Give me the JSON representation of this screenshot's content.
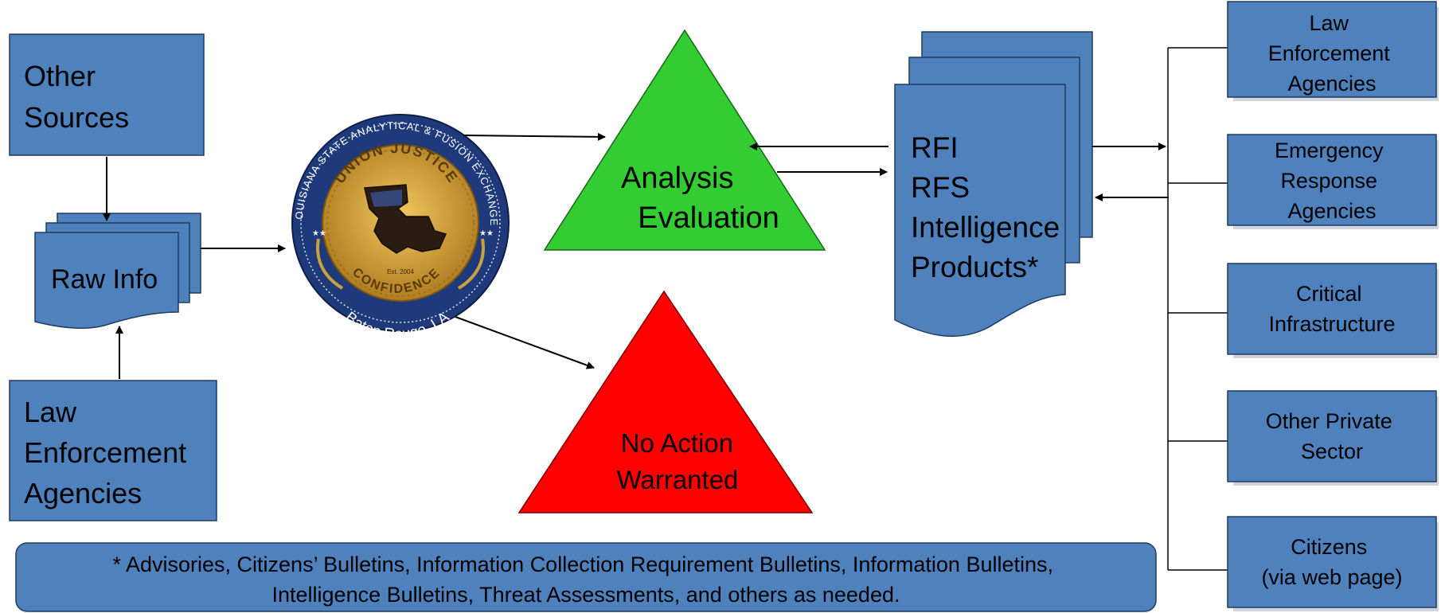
{
  "sources": {
    "other_sources": [
      "Other",
      "Sources"
    ],
    "raw_info": "Raw Info",
    "law_enforcement": [
      "Law",
      "Enforcement",
      "Agencies"
    ]
  },
  "seal": {
    "top_text": "LOUISIANA STATE ANALYTICAL & FUSION EXCHANGE",
    "center_top": "UNION JUSTICE",
    "center_bottom": "CONFIDENCE",
    "est": "Est. 2004",
    "bottom_text": "Baton Rouge, LA"
  },
  "analysis": [
    "Analysis",
    "Evaluation"
  ],
  "no_action": [
    "No Action",
    "Warranted"
  ],
  "products": [
    "RFI",
    "RFS",
    "Intelligence",
    "Products*"
  ],
  "recipients": [
    [
      "Law",
      "Enforcement",
      "Agencies"
    ],
    [
      "Emergency",
      "Response",
      "Agencies"
    ],
    [
      "Critical",
      "Infrastructure"
    ],
    [
      "Other Private",
      "Sector"
    ],
    [
      "Citizens",
      "(via web page)"
    ]
  ],
  "footnote": [
    "* Advisories, Citizens’ Bulletins, Information Collection Requirement Bulletins, Information Bulletins,",
    "Intelligence Bulletins, Threat Assessments, and others as needed."
  ],
  "colors": {
    "box_fill": "#4f81bd",
    "box_stroke": "#1f3b60",
    "green": "#33cc33",
    "red": "#ff0000",
    "seal_gold": "#d9a63a",
    "seal_navy": "#1e3a7a"
  }
}
